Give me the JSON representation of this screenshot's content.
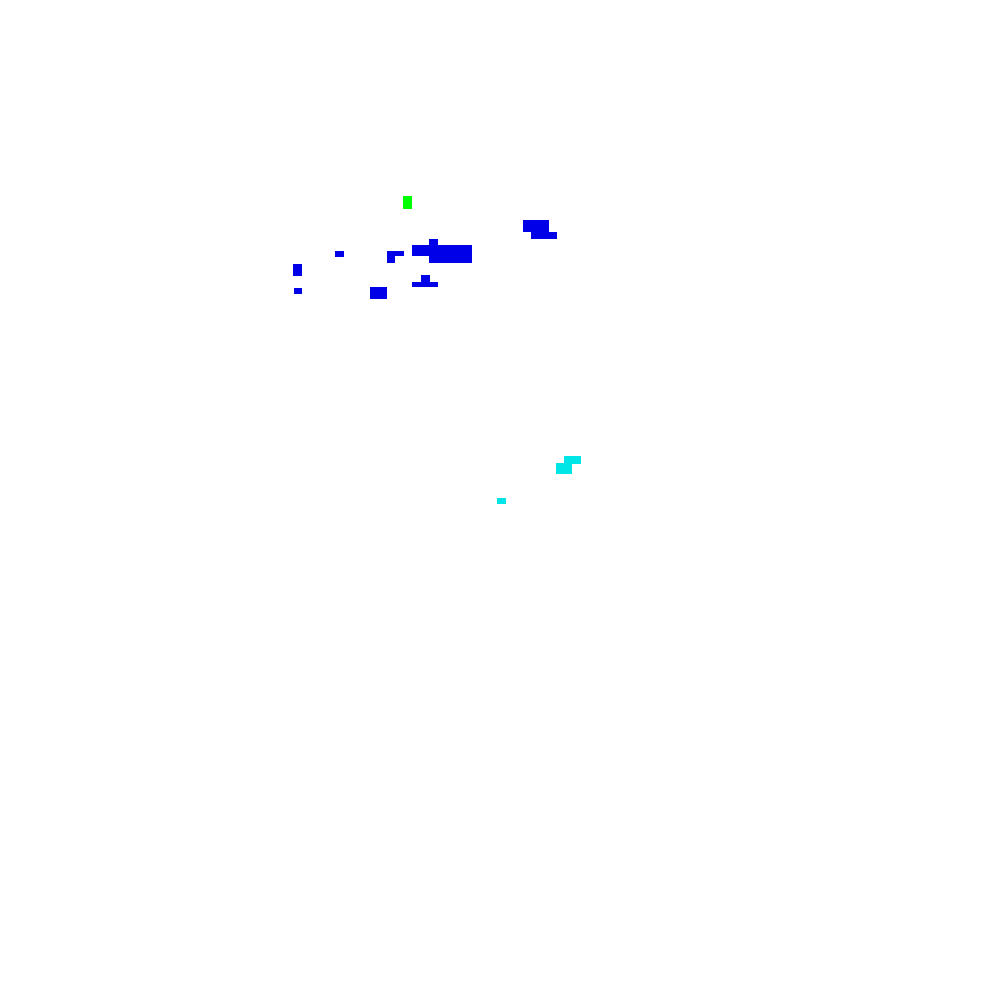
{
  "palette": {
    "background": "#ffffff",
    "blue": "#0000e8",
    "green": "#00ff00",
    "cyan": "#00e5e5"
  },
  "groups": [
    {
      "name": "green-marker",
      "color": "green",
      "count": 1
    },
    {
      "name": "blue-cluster",
      "color": "blue",
      "count": 16
    },
    {
      "name": "cyan-cluster",
      "color": "cyan",
      "count": 3
    }
  ]
}
